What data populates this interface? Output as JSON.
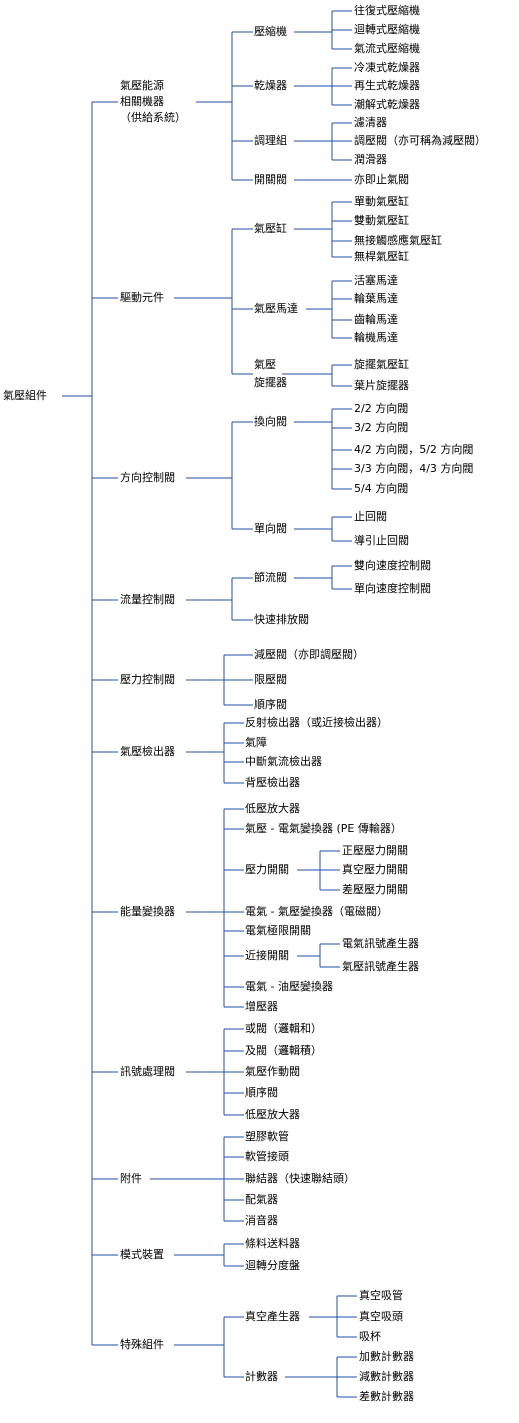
{
  "root": "氣壓組件",
  "groups": [
    {
      "label": "氣壓能源\n相關機器\n（供給系統）",
      "children": [
        {
          "label": "壓縮機",
          "children": [
            "往復式壓縮機",
            "迴轉式壓縮機",
            "氣流式壓縮機"
          ]
        },
        {
          "label": "乾燥器",
          "children": [
            "冷凍式乾燥器",
            "再生式乾燥器",
            "潮解式乾燥器"
          ]
        },
        {
          "label": "調理組",
          "children": [
            "濾清器",
            "調壓閥（亦可稱為減壓閥）",
            "潤滑器"
          ]
        },
        {
          "label": "開關閥",
          "children": [
            "亦即止氣閥"
          ]
        }
      ]
    },
    {
      "label": "驅動元件",
      "children": [
        {
          "label": "氣壓缸",
          "children": [
            "單動氣壓缸",
            "雙動氣壓缸",
            "無接觸感應氣壓缸",
            "無桿氣壓缸"
          ]
        },
        {
          "label": "氣壓馬達",
          "children": [
            "活塞馬達",
            "輪葉馬達",
            "齒輪馬達",
            "輪機馬達"
          ]
        },
        {
          "label": "氣壓\n旋擺器",
          "children": [
            "旋擺氣壓缸",
            "葉片旋擺器"
          ]
        }
      ]
    },
    {
      "label": "方向控制閥",
      "children": [
        {
          "label": "換向閥",
          "children": [
            "2/2 方向閥",
            "3/2 方向閥",
            "4/2 方向閥，5/2 方向閥",
            "3/3 方向閥，4/3 方向閥",
            "5/4 方向閥"
          ]
        },
        {
          "label": "單向閥",
          "children": [
            "止回閥",
            "導引止回閥"
          ]
        }
      ]
    },
    {
      "label": "流量控制閥",
      "children": [
        {
          "label": "節流閥",
          "children": [
            "雙向速度控制閥",
            "單向速度控制閥"
          ]
        },
        {
          "label": "快速排放閥",
          "children": []
        }
      ]
    },
    {
      "label": "壓力控制閥",
      "children": [
        {
          "label": "減壓閥（亦即調壓閥）",
          "children": []
        },
        {
          "label": "限壓閥",
          "children": []
        },
        {
          "label": "順序閥",
          "children": []
        }
      ]
    },
    {
      "label": "氣壓檢出器",
      "children": [
        {
          "label": "反射檢出器（或近接檢出器）",
          "children": []
        },
        {
          "label": "氣障",
          "children": []
        },
        {
          "label": "中斷氣流檢出器",
          "children": []
        },
        {
          "label": "背壓檢出器",
          "children": []
        }
      ]
    },
    {
      "label": "能量變換器",
      "children": [
        {
          "label": "低壓放大器",
          "children": []
        },
        {
          "label": "氣壓 - 電氣變換器 (PE 傳輸器）",
          "children": []
        },
        {
          "label": "壓力開關",
          "children": [
            "正壓壓力開關",
            "真空壓力開關",
            "差壓壓力開關"
          ]
        },
        {
          "label": "電氣 - 氣壓變換器（電磁閥）",
          "children": []
        },
        {
          "label": "電氣極限開關",
          "children": []
        },
        {
          "label": "近接開關",
          "children": [
            "電氣訊號產生器",
            "氣壓訊號產生器"
          ]
        },
        {
          "label": "電氣 - 油壓變換器",
          "children": []
        },
        {
          "label": "增壓器",
          "children": []
        }
      ]
    },
    {
      "label": "訊號處理閥",
      "children": [
        {
          "label": "或閥（邏輯和）",
          "children": []
        },
        {
          "label": "及閥（邏輯積）",
          "children": []
        },
        {
          "label": "氣壓作動閥",
          "children": []
        },
        {
          "label": "順序閥",
          "children": []
        },
        {
          "label": "低壓放大器",
          "children": []
        }
      ]
    },
    {
      "label": "附件",
      "children": [
        {
          "label": "塑膠軟管",
          "children": []
        },
        {
          "label": "軟管接頭",
          "children": []
        },
        {
          "label": "聯結器（快速聯結頭）",
          "children": []
        },
        {
          "label": "配氣器",
          "children": []
        },
        {
          "label": "消音器",
          "children": []
        }
      ]
    },
    {
      "label": "模式裝置",
      "children": [
        {
          "label": "條料送料器",
          "children": []
        },
        {
          "label": "迴轉分度盤",
          "children": []
        }
      ]
    },
    {
      "label": "特殊組件",
      "children": [
        {
          "label": "真空產生器",
          "children": [
            "真空吸管",
            "真空吸頭",
            "吸杯"
          ]
        },
        {
          "label": "計數器",
          "children": [
            "加數計數器",
            "減數計數器",
            "差數計數器"
          ]
        }
      ]
    }
  ]
}
